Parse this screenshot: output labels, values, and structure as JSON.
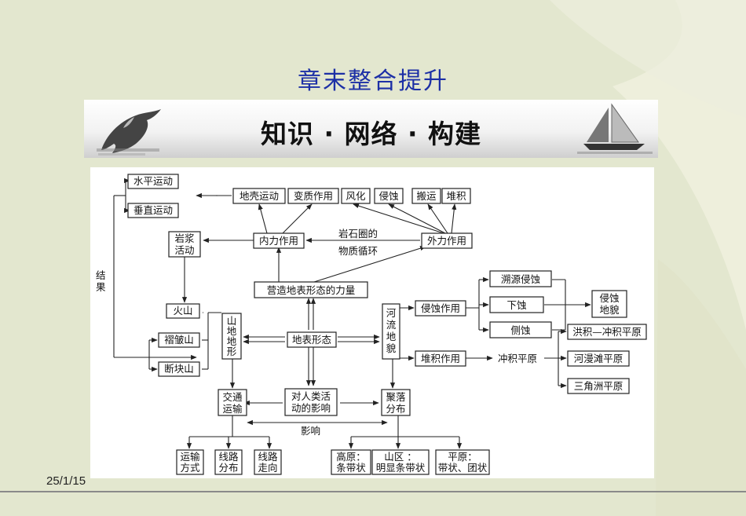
{
  "slide": {
    "title": "章末整合提升",
    "banner_title": "知识 · 网络 · 构建",
    "date": "25/1/15"
  },
  "diagram": {
    "nodes": {
      "shuiping": "水平运动",
      "chuizhi": "垂直运动",
      "diqiao": "地壳运动",
      "bianzhi": "变质作用",
      "fenghua": "风化",
      "qinshi": "侵蚀",
      "banyun": "搬运",
      "duiji": "堆积",
      "yanjiang": [
        "岩浆",
        "活动"
      ],
      "neili": "内力作用",
      "waili": "外力作用",
      "yingzao": "营造地表形态的力量",
      "huoshan": "火山",
      "zhezhou": "褶皱山",
      "duankuai": "断块山",
      "shandi": [
        "山",
        "地",
        "地",
        "形"
      ],
      "dibiao": "地表形态",
      "heliu": [
        "河",
        "流",
        "地",
        "貌"
      ],
      "qinshizuoyong": "侵蚀作用",
      "duijizuoyong": "堆积作用",
      "suyuan": "溯源侵蚀",
      "xiashi": "下蚀",
      "ceshi": "侧蚀",
      "qinshidimao": [
        "侵蚀",
        "地貌"
      ],
      "hongji": "洪积—冲积平原",
      "heman": "河漫滩平原",
      "sanjiao": "三角洲平原",
      "jiaotong": [
        "交通",
        "运输"
      ],
      "renlei": [
        "对人类活",
        "动的影响"
      ],
      "juluo": [
        "聚落",
        "分布"
      ],
      "yunshu": [
        "运输",
        "方式"
      ],
      "xianlu_fb": [
        "线路",
        "分布"
      ],
      "xianlu_zx": [
        "线路",
        "走向"
      ],
      "gaoyuan": [
        "高原：",
        "条带状"
      ],
      "shanqu": [
        "山区 ：",
        "明显条带状"
      ],
      "pingyuan": [
        "平原：",
        "带状、团状"
      ]
    },
    "labels": {
      "jieguo": [
        "结",
        "果"
      ],
      "xunhuan": [
        "岩石圈的",
        "物质循环"
      ],
      "chongji": "冲积平原",
      "yingxiang": "影响"
    }
  }
}
